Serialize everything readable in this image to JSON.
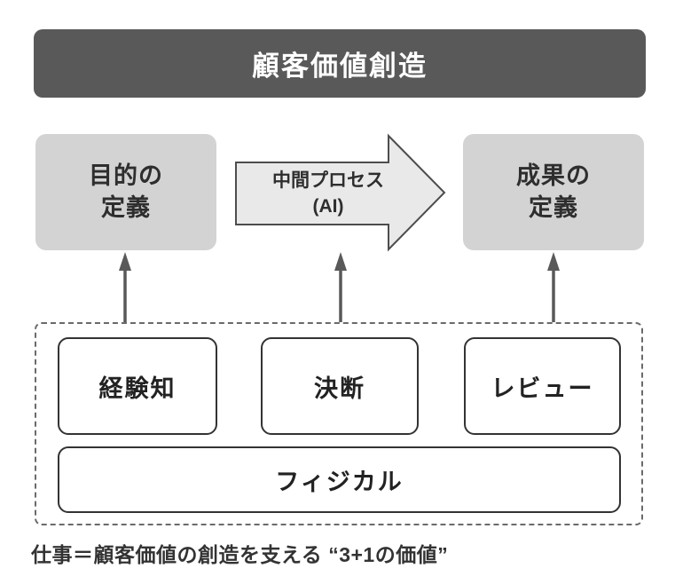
{
  "colors": {
    "banner_bg": "#595959",
    "banner_text": "#ffffff",
    "gray_box_bg": "#d3d3d3",
    "process_arrow_fill": "#e9e9e9",
    "outline": "#4d4d4d",
    "text_dark": "#2e2e2e"
  },
  "banner": {
    "label": "顧客価値創造"
  },
  "flow": {
    "left_box": {
      "line1": "目的の",
      "line2": "定義"
    },
    "process_arrow": {
      "line1": "中間プロセス",
      "line2": "(AI)"
    },
    "right_box": {
      "line1": "成果の",
      "line2": "定義"
    }
  },
  "foundation": {
    "items": [
      {
        "label": "経験知"
      },
      {
        "label": "決断"
      },
      {
        "label": "レビュー"
      }
    ],
    "base": {
      "label": "フィジカル"
    }
  },
  "caption": "仕事＝顧客価値の創造を支える “3+1の価値”"
}
